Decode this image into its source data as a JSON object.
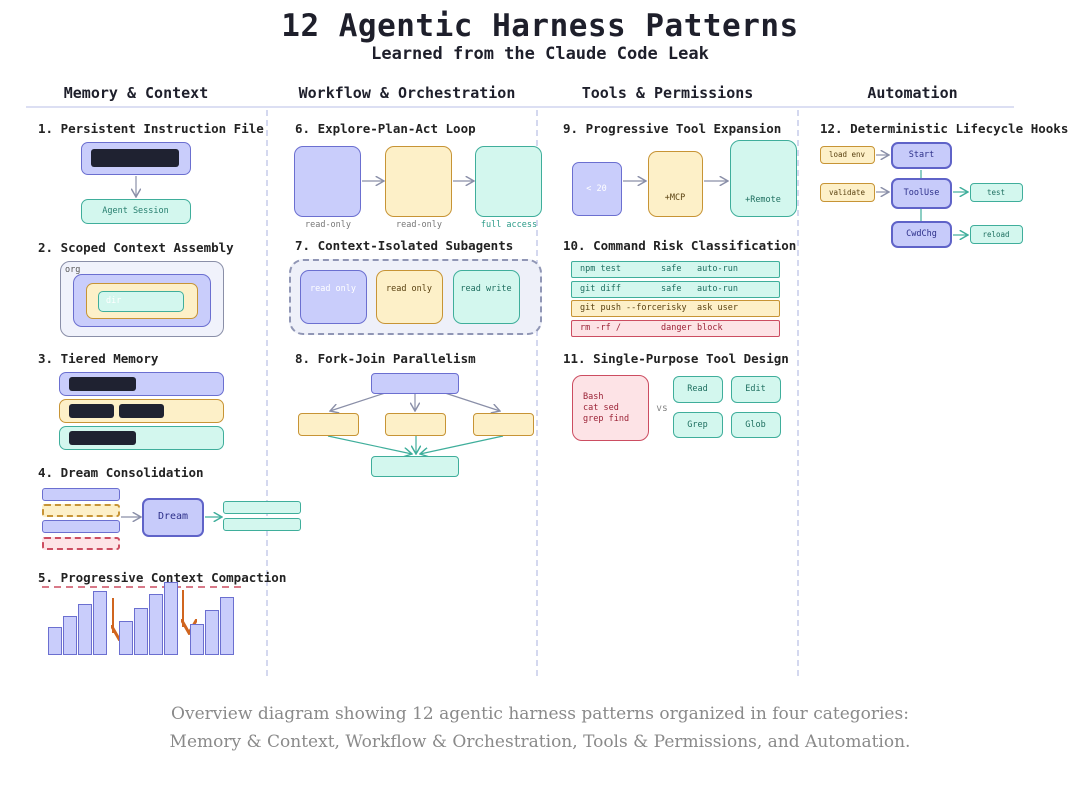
{
  "header": {
    "title": "12 Agentic Harness Patterns",
    "subtitle": "Learned from the Claude Code Leak"
  },
  "columns": [
    {
      "label": "Memory & Context"
    },
    {
      "label": "Workflow & Orchestration"
    },
    {
      "label": "Tools & Permissions"
    },
    {
      "label": "Automation"
    }
  ],
  "patterns": {
    "p1": {
      "title": "1. Persistent Instruction File",
      "session": "Agent Session"
    },
    "p2": {
      "title": "2. Scoped Context Assembly",
      "org": "org",
      "dir": "dir"
    },
    "p3": {
      "title": "3. Tiered Memory"
    },
    "p4": {
      "title": "4. Dream Consolidation",
      "dream": "Dream"
    },
    "p5": {
      "title": "5. Progressive Context Compaction"
    },
    "p6": {
      "title": "6. Explore-Plan-Act Loop",
      "labels": [
        "read-only",
        "read-only",
        "full access"
      ]
    },
    "p7": {
      "title": "7. Context-Isolated Subagents",
      "agents": [
        "read only",
        "read only",
        "read write"
      ]
    },
    "p8": {
      "title": "8. Fork-Join Parallelism"
    },
    "p9": {
      "title": "9. Progressive Tool Expansion",
      "tiers": [
        "< 20",
        "+MCP",
        "+Remote"
      ]
    },
    "p10": {
      "title": "10. Command Risk Classification",
      "rows": [
        {
          "cmd": "npm test",
          "risk": "safe",
          "action": "auto-run",
          "color": "#d3f7ee"
        },
        {
          "cmd": "git diff",
          "risk": "safe",
          "action": "auto-run",
          "color": "#d3f7ee"
        },
        {
          "cmd": "git push --force",
          "risk": "risky",
          "action": "ask user",
          "color": "#fdf0c8"
        },
        {
          "cmd": "rm -rf /",
          "risk": "danger",
          "action": "block",
          "color": "#fde3e6"
        }
      ]
    },
    "p11": {
      "title": "11. Single-Purpose Tool Design",
      "bash": [
        "Bash",
        "cat sed",
        "grep find"
      ],
      "vs": "vs",
      "tools": [
        "Read",
        "Edit",
        "Grep",
        "Glob"
      ]
    },
    "p12": {
      "title": "12. Deterministic Lifecycle Hooks",
      "events": [
        "Start",
        "ToolUse",
        "CwdChg"
      ],
      "hooks": [
        "load env",
        "validate",
        "test",
        "reload"
      ]
    }
  },
  "caption": "Overview diagram showing 12 agentic harness patterns organized in four categories: Memory & Context, Workflow & Orchestration, Tools & Permissions, and Automation.",
  "colors": {
    "blue": "#c9cdfb",
    "yellow": "#fdf0c8",
    "green": "#d3f7ee",
    "red": "#fde3e6"
  }
}
